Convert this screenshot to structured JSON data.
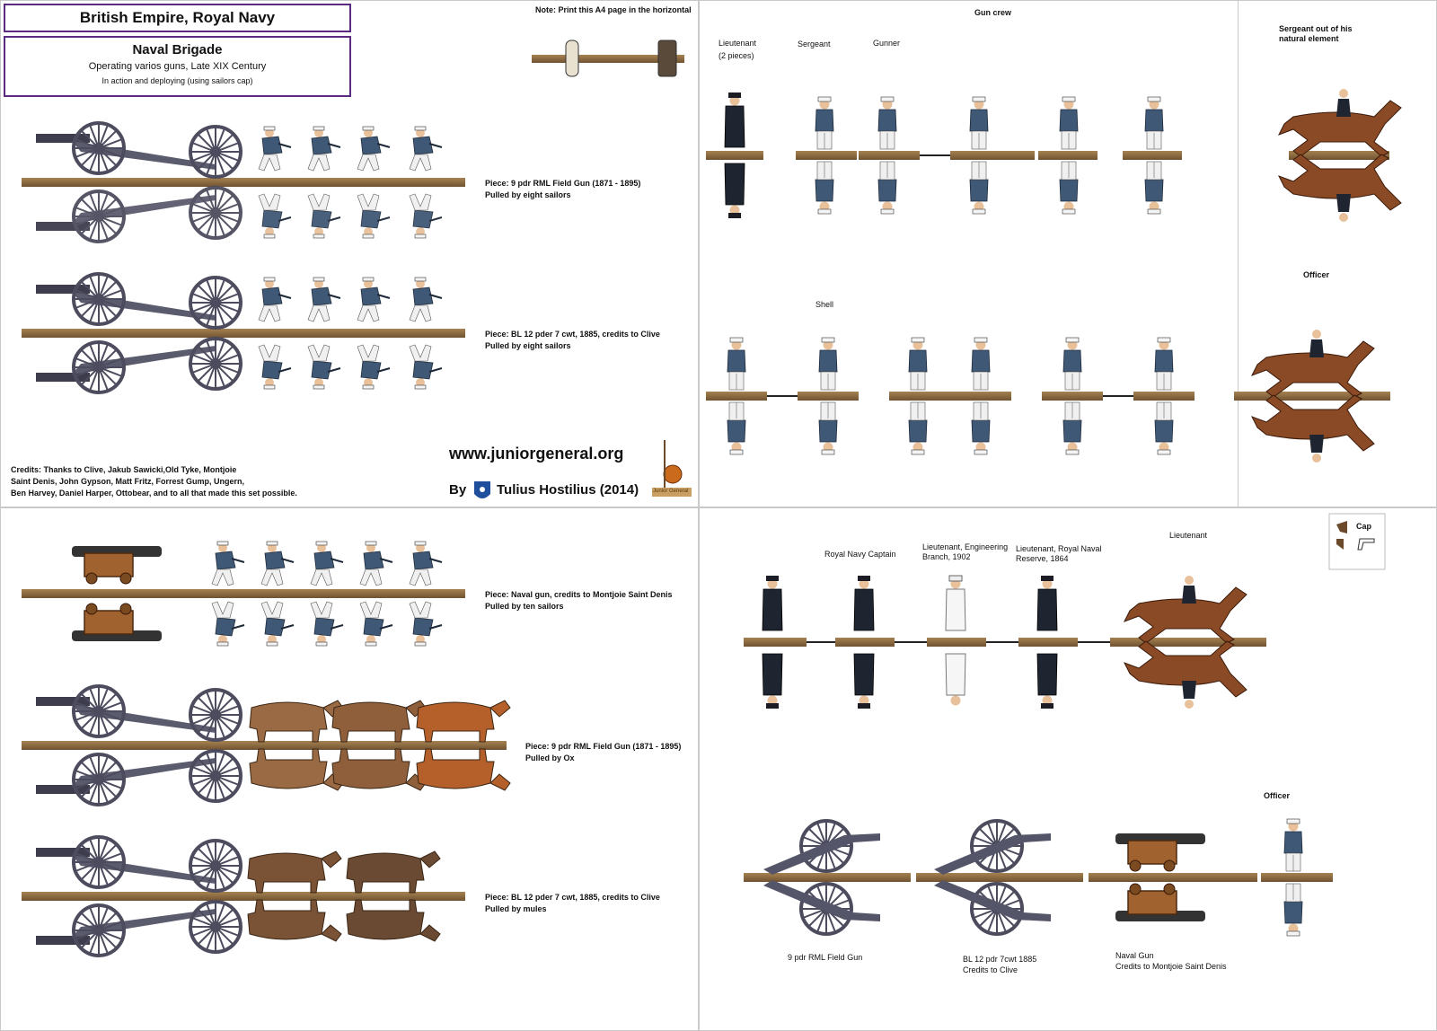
{
  "header": {
    "title": "British Empire, Royal Navy",
    "subtitle": "Naval Brigade",
    "line1": "Operating varios guns, Late XIX Century",
    "line2": "In action and deploying (using sailors cap)",
    "note": "Note: Print this A4 page in the horizontal"
  },
  "pieces": [
    {
      "title": "Piece: 9 pdr RML Field Gun (1871 - 1895)",
      "sub": "Pulled by eight sailors"
    },
    {
      "title": "Piece: BL 12 pder 7 cwt, 1885, credits to Clive",
      "sub": "Pulled by eight sailors"
    },
    {
      "title": "Piece: Naval gun, credits to Montjoie Saint Denis",
      "sub": "Pulled by ten sailors"
    },
    {
      "title": "Piece: 9 pdr RML Field Gun (1871 - 1895)",
      "sub": "Pulled by Ox"
    },
    {
      "title": "Piece: BL 12 pder 7 cwt, 1885, credits to Clive",
      "sub": "Pulled by mules"
    }
  ],
  "credits": {
    "line1": "Credits: Thanks to Clive, Jakub Sawicki,Old Tyke, Montjoie",
    "line2": "Saint Denis, John Gypson, Matt Fritz, Forrest Gump, Ungern,",
    "line3": "Ben Harvey, Daniel Harper, Ottobear, and to all that made this set possible."
  },
  "website": "www.juniorgeneral.org",
  "author": {
    "by": "By",
    "name": "Tulius Hostilius (2014)"
  },
  "logo_text": "Junior General",
  "crew": {
    "heading": "Gun crew",
    "lieutenant": "Lieutenant",
    "lieutenant_note": "(2 pieces)",
    "sergeant": "Sergeant",
    "gunner": "Gunner",
    "shell": "Shell",
    "sergeant_out": "Sergeant out of his natural element",
    "officer": "Officer"
  },
  "officers": {
    "captain": "Royal Navy Captain",
    "eng": "Lieutenant, Engineering Branch, 1902",
    "reserve": "Lieutenant, Royal Naval Reserve, 1864",
    "lieutenant": "Lieutenant",
    "cap": "Cap",
    "officer": "Officer"
  },
  "guns": {
    "g1": "9 pdr RML Field Gun",
    "g2a": "BL 12 pdr 7cwt 1885",
    "g2b": "Credits to Clive",
    "g3a": "Naval Gun",
    "g3b": "Credits to Montjoie Saint Denis"
  },
  "colors": {
    "title_border": "#5b2a83",
    "base": "#8b6a3e",
    "sailor_blue": "#3f5876",
    "gun_grey": "#55556a"
  }
}
